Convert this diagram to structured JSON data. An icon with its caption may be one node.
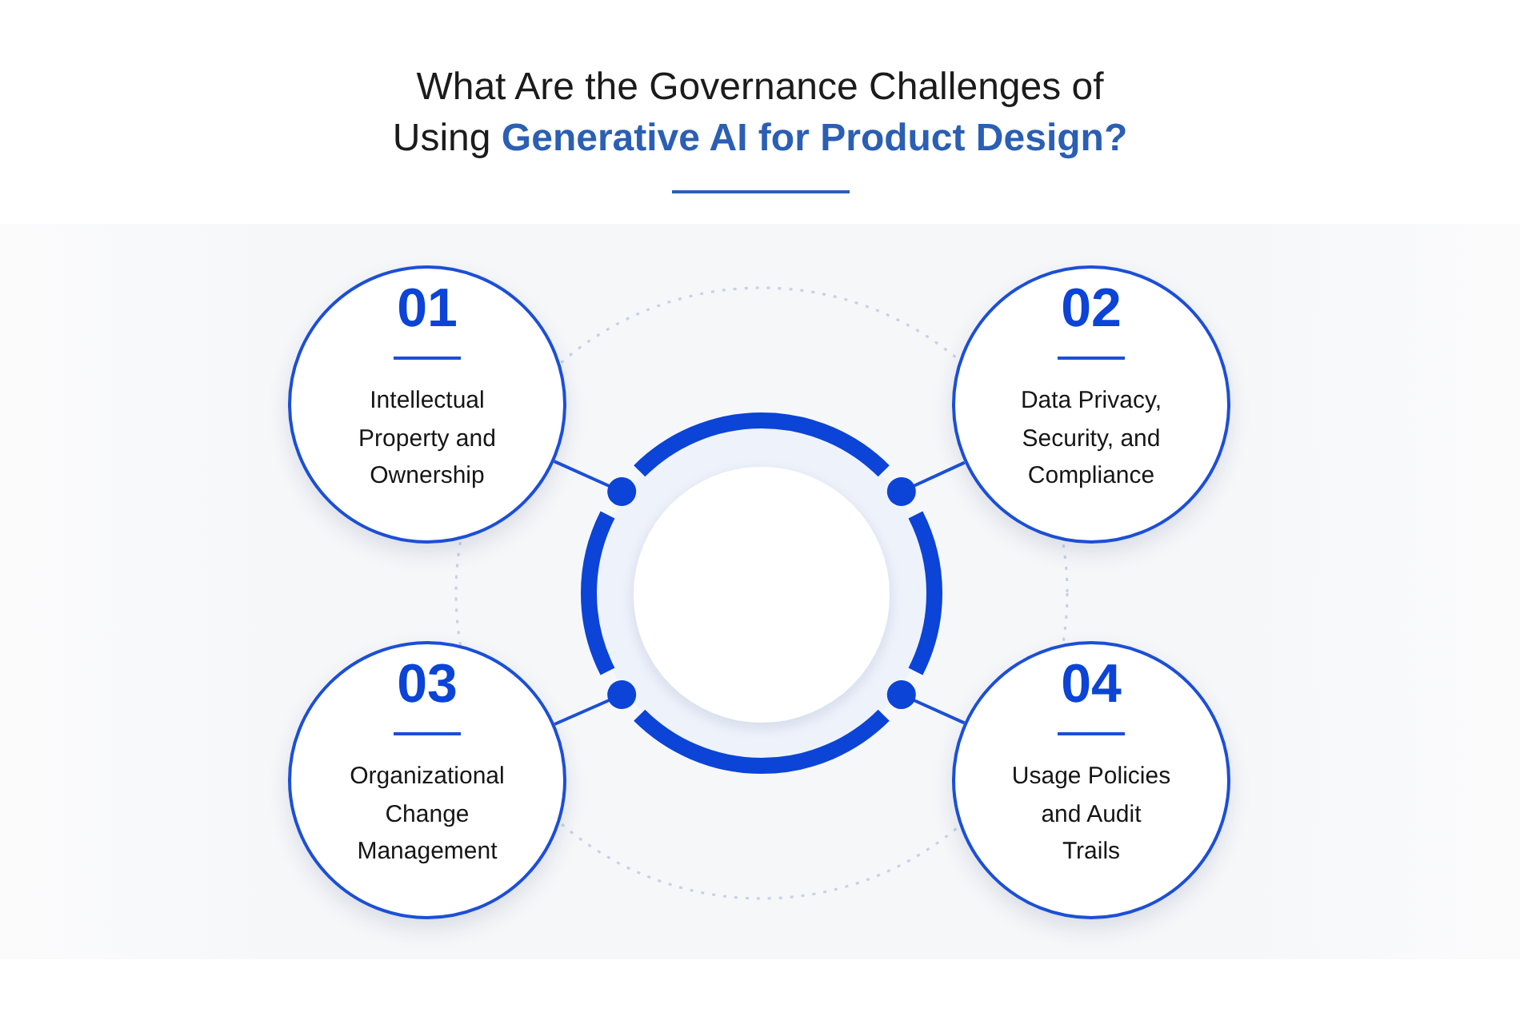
{
  "diagram": {
    "title": "What Are the Governance Challenges of Using **Generative AI for Product Design?**",
    "nodes": [
      {
        "text": [
          "01",
          "Intellectual Property and Ownership"
        ]
      },
      {
        "text": [
          "02",
          "Data Privacy, Security, and Compliance"
        ]
      },
      {
        "text": [],
        "shape": "circle"
      },
      {
        "text": [
          "03",
          "Organizational Change Management"
        ]
      },
      {
        "text": [
          "04",
          "Usage Policies and Audit Trails"
        ]
      }
    ],
    "edges": [
      {
        "from": 0,
        "to": 2,
        "arrow": "other"
      },
      {
        "from": 1,
        "to": 2,
        "arrow": "other"
      },
      {
        "from": 3,
        "to": 2,
        "arrow": "other"
      },
      {
        "from": 4,
        "to": 2,
        "arrow": "other"
      }
    ]
  }
}
